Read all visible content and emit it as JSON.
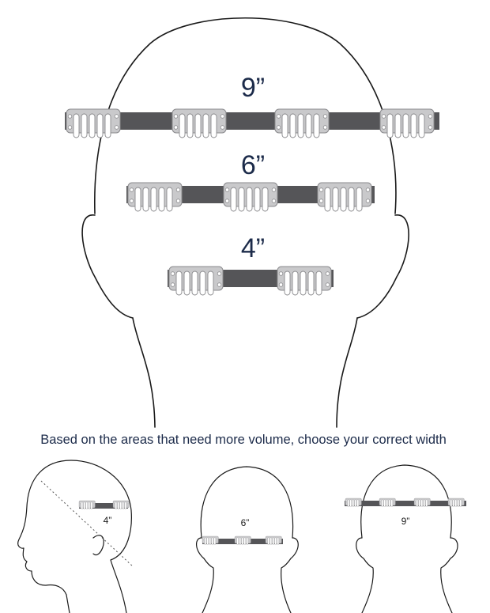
{
  "main_diagram": {
    "widths": [
      {
        "label": "9”",
        "clips": 4
      },
      {
        "label": "6”",
        "clips": 3
      },
      {
        "label": "4”",
        "clips": 2
      }
    ]
  },
  "caption": "Based on the areas that need more volume, choose your correct width",
  "examples": [
    {
      "label": "4”",
      "view": "side",
      "clips": 2
    },
    {
      "label": "6”",
      "view": "back-low",
      "clips": 3
    },
    {
      "label": "9”",
      "view": "back-top",
      "clips": 4
    }
  ],
  "colors": {
    "label_navy": "#1c2b4a",
    "bar_gray": "#555558",
    "clip_gray": "#c9c9cb"
  }
}
